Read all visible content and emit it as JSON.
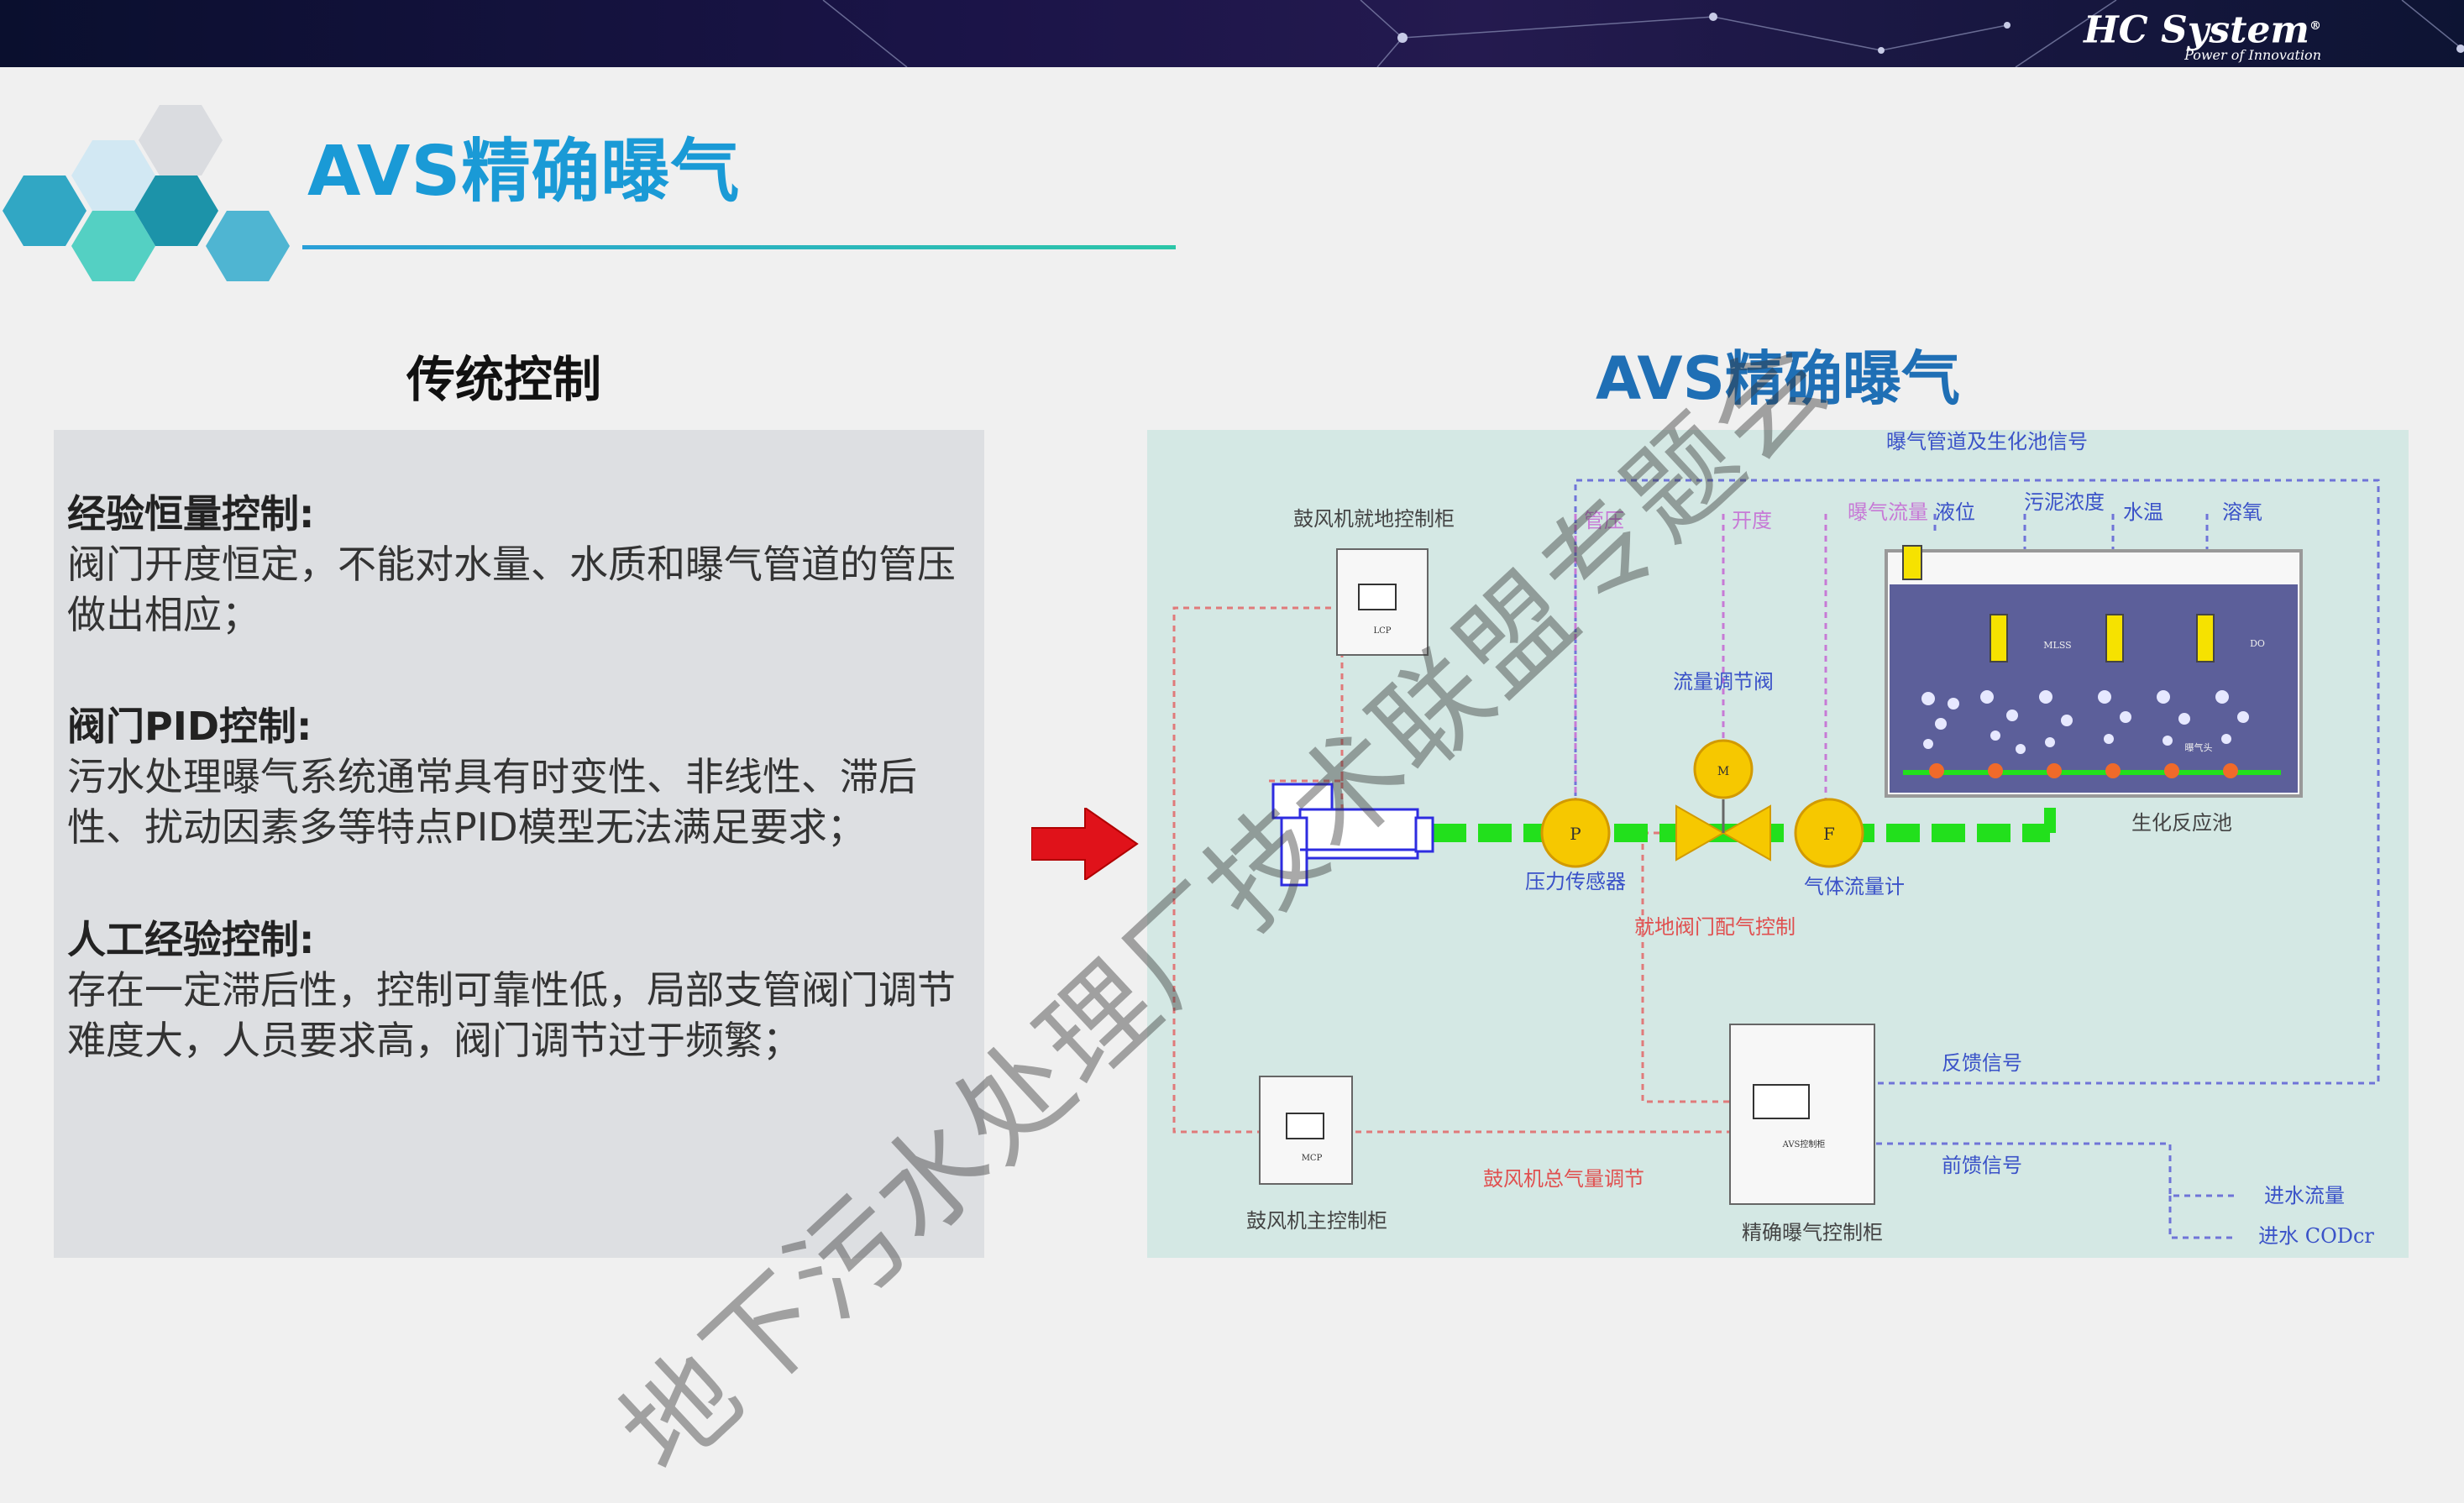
{
  "brand": {
    "name": "HC System",
    "reg": "®",
    "tagline": "Power of Innovation"
  },
  "title": "AVS精确曝气",
  "left": {
    "heading": "传统控制",
    "blocks": [
      {
        "title": "经验恒量控制:",
        "body": "阀门开度恒定，不能对水量、水质和曝气管道的管压做出相应；"
      },
      {
        "title": "阀门PID控制:",
        "body": "污水处理曝气系统通常具有时变性、非线性、滞后性、扰动因素多等特点PID模型无法满足要求；"
      },
      {
        "title": "人工经验控制:",
        "body": "存在一定滞后性，控制可靠性低，局部支管阀门调节难度大，人员要求高，阀门调节过于频繁；"
      }
    ]
  },
  "right": {
    "heading": "AVS精确曝气",
    "diagram": {
      "signal_header": "曝气管道及生化池信号",
      "local_cabinet": "鼓风机就地控制柜",
      "local_cabinet_tag": "LCP",
      "signals": [
        "管压",
        "开度",
        "曝气流量",
        "液位",
        "污泥浓度",
        "水温",
        "溶氧"
      ],
      "flow_valve": "流量调节阀",
      "motor_tag": "M",
      "pressure_tag": "P",
      "flow_tag": "F",
      "pressure_sensor": "压力传感器",
      "gas_flow_meter": "气体流量计",
      "local_valve": "就地阀门配气控制",
      "tank": "生化反应池",
      "tank_mlss": "MLSS",
      "tank_do": "DO",
      "tank_aerator": "曝气头",
      "feedback": "反馈信号",
      "feedforward": "前馈信号",
      "inflow": "进水流量",
      "inflow_cod": "进水 CODcr",
      "blower_total": "鼓风机总气量调节",
      "main_cabinet": "鼓风机主控制柜",
      "main_cabinet_tag": "MCP",
      "avs_cabinet": "精确曝气控制柜",
      "avs_cabinet_tag": "AVS控制柜"
    }
  },
  "watermark": "地下污水处理厂技术联盟专题会",
  "colors": {
    "title": "#1a9ad6",
    "right_heading": "#1f6fb5",
    "pipe": "#22e01c",
    "signal_red": "#e07a7a",
    "signal_purple": "#c77ad6",
    "signal_blue": "#6f74d8",
    "instrument": "#f6c800",
    "tank": "#5c5f9a",
    "arrow": "#e0121a"
  }
}
